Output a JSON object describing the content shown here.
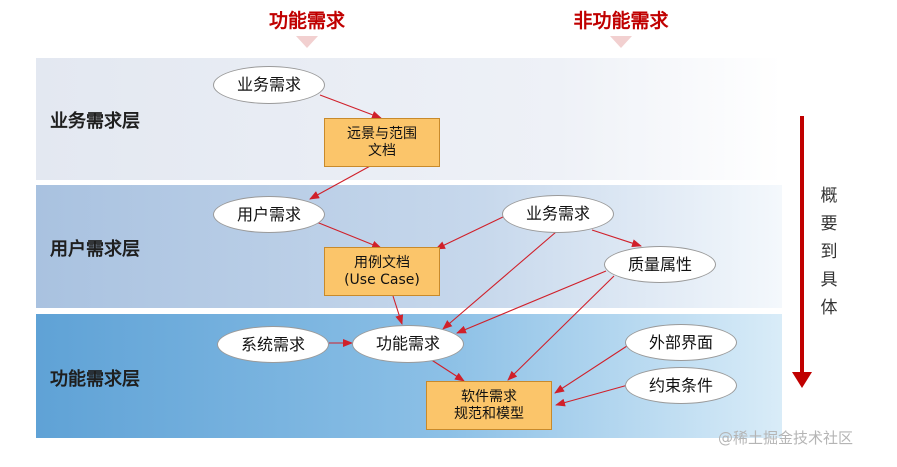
{
  "columns": {
    "functional": "功能需求",
    "non_functional": "非功能需求"
  },
  "layers": {
    "business": "业务需求层",
    "user": "用户需求层",
    "functional": "功能需求层"
  },
  "nodes": {
    "business_requirement": "业务需求",
    "vision_scope_line1": "远景与范围",
    "vision_scope_line2": "文档",
    "user_requirement": "用户需求",
    "business_requirement_2": "业务需求",
    "use_case_line1": "用例文档",
    "use_case_line2": "(Use Case)",
    "quality_attributes": "质量属性",
    "system_requirement": "系统需求",
    "functional_requirement": "功能需求",
    "external_interface": "外部界面",
    "constraints": "约束条件",
    "srs_line1": "软件需求",
    "srs_line2": "规范和模型"
  },
  "side_label": {
    "chars": [
      "概",
      "要",
      "到",
      "具",
      "体"
    ]
  },
  "watermark": "@稀土掘金技术社区",
  "colors": {
    "accent_red": "#c00000",
    "arrow_red": "#d0202a",
    "box_orange": "#fbc56a"
  }
}
